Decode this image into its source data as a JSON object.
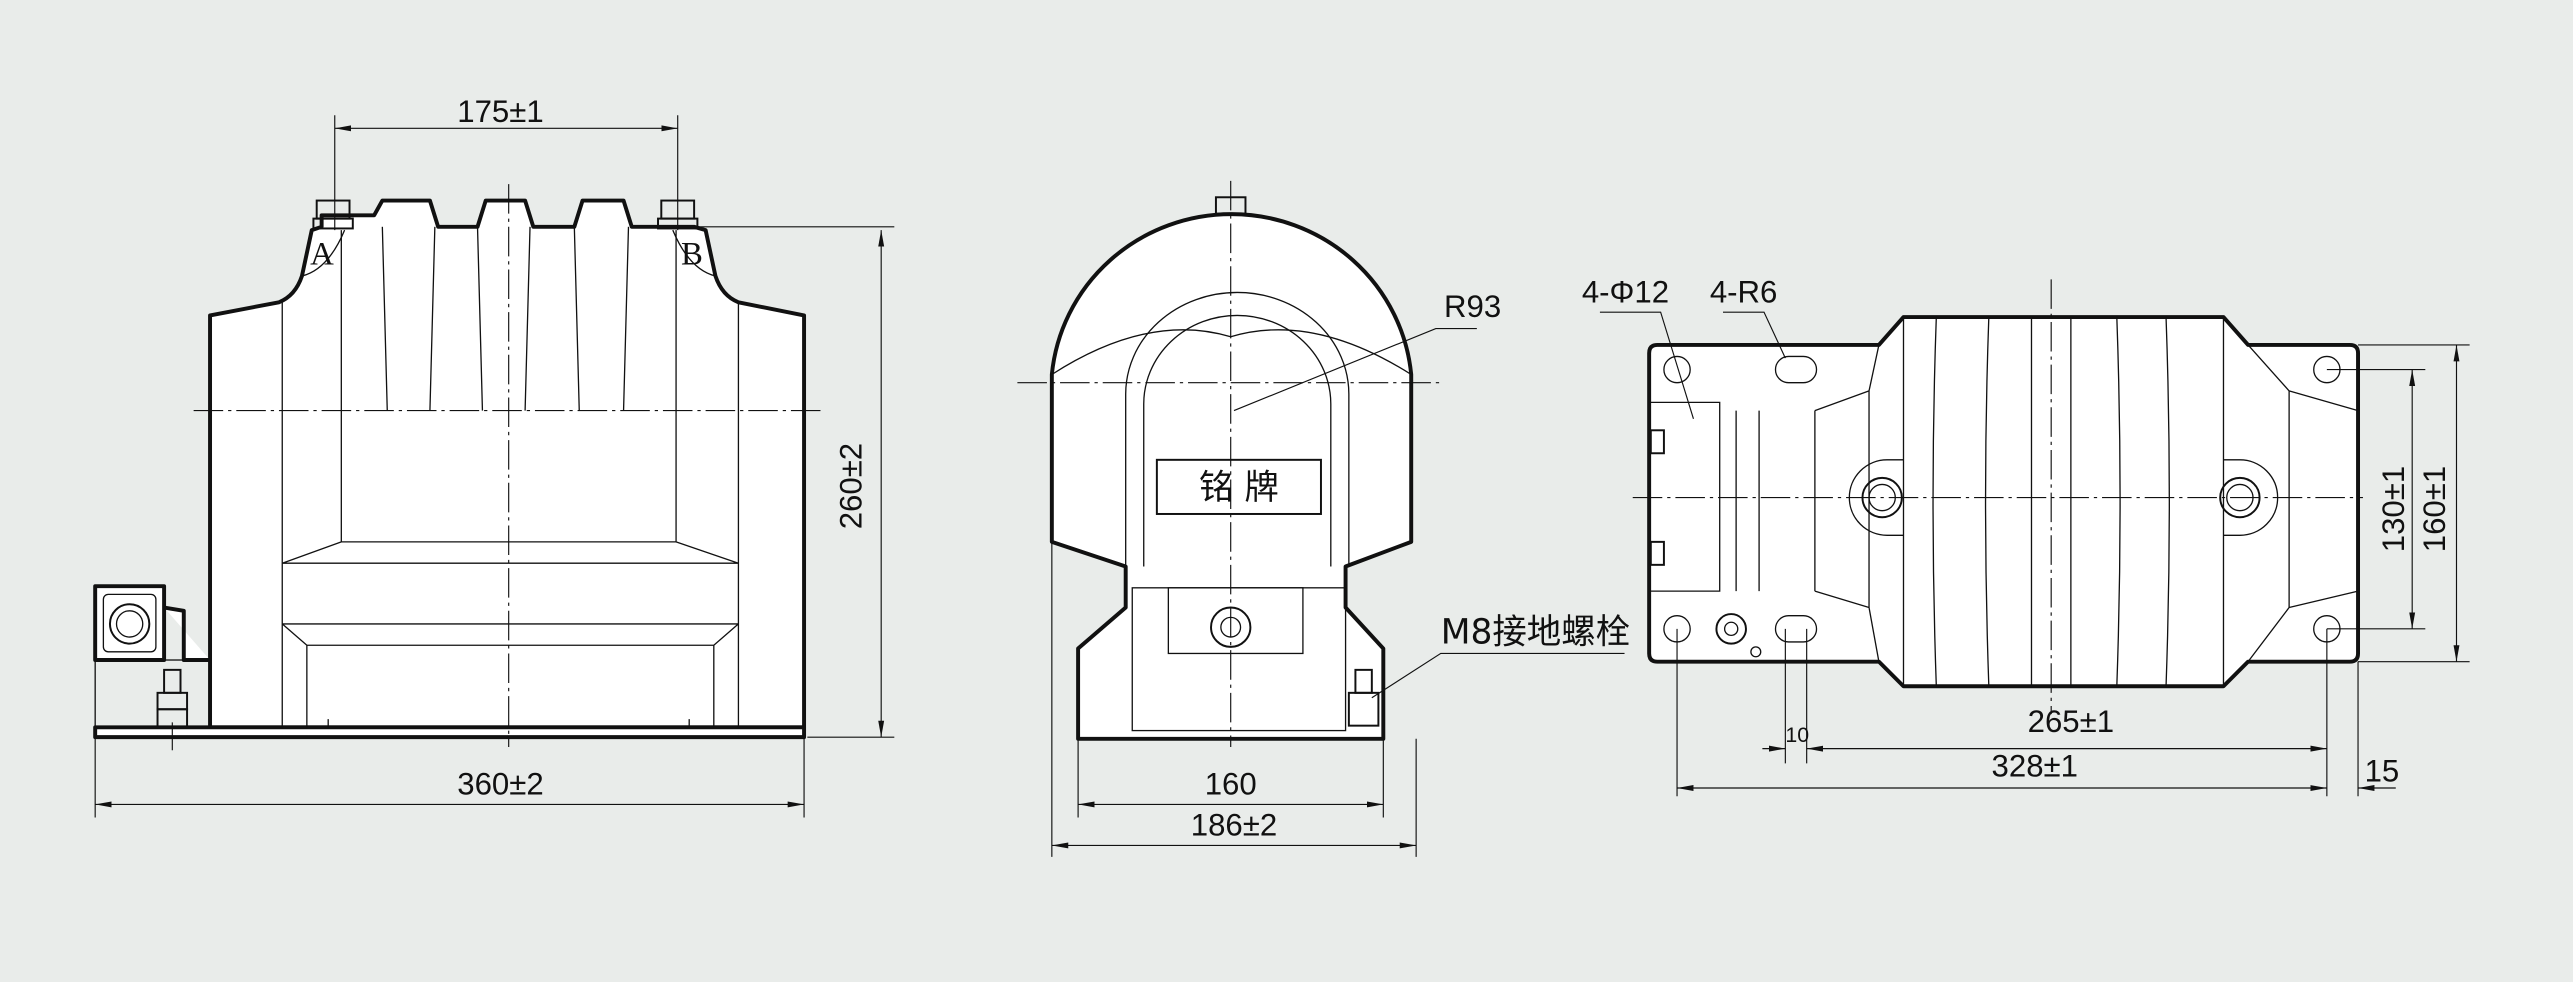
{
  "front_view": {
    "terminal_a": "A",
    "terminal_b": "B",
    "dim_terminal_spacing": "175±1",
    "dim_height": "260±2",
    "dim_length": "360±2"
  },
  "side_view": {
    "radius_label": "R93",
    "nameplate": "铭  牌",
    "ground_bolt": "M8接地螺栓",
    "dim_inner_width": "160",
    "dim_width": "186±2"
  },
  "top_view": {
    "hole_label": "4-Φ12",
    "slot_label": "4-R6",
    "dim_hole_y": "130±1",
    "dim_width": "160±1",
    "dim_hole_x": "265±1",
    "dim_length": "328±1",
    "dim_slot": "10",
    "dim_edge": "15"
  }
}
